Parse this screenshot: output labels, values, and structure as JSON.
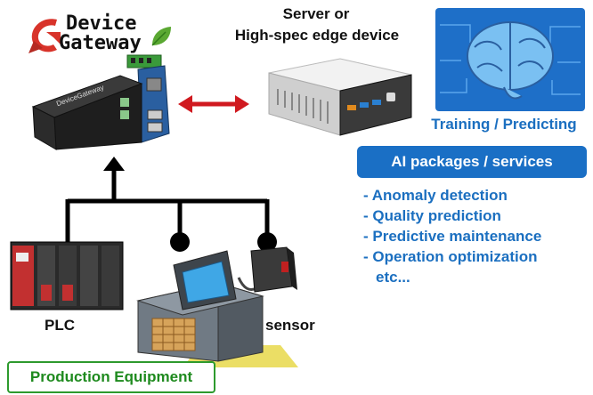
{
  "logo": {
    "line1": "Device",
    "line2": "Gateway"
  },
  "server": {
    "line1": "Server or",
    "line2": "High-spec edge device"
  },
  "training_label": "Training / Predicting",
  "ai_box_label": "AI packages / services",
  "ai_list": [
    "- Anomaly detection",
    "- Quality prediction",
    "- Predictive maintenance",
    "- Operation optimization",
    "etc..."
  ],
  "device_text": "DeviceGateway",
  "plc_label": "PLC",
  "sensor_label": "sensor",
  "production_label": "Production Equipment",
  "colors": {
    "accent_blue": "#1a6fc5",
    "text_blue": "#1b6fc0",
    "green": "#2d9a2d",
    "logo_red": "#d8332a",
    "arrow_red": "#d0191f"
  }
}
